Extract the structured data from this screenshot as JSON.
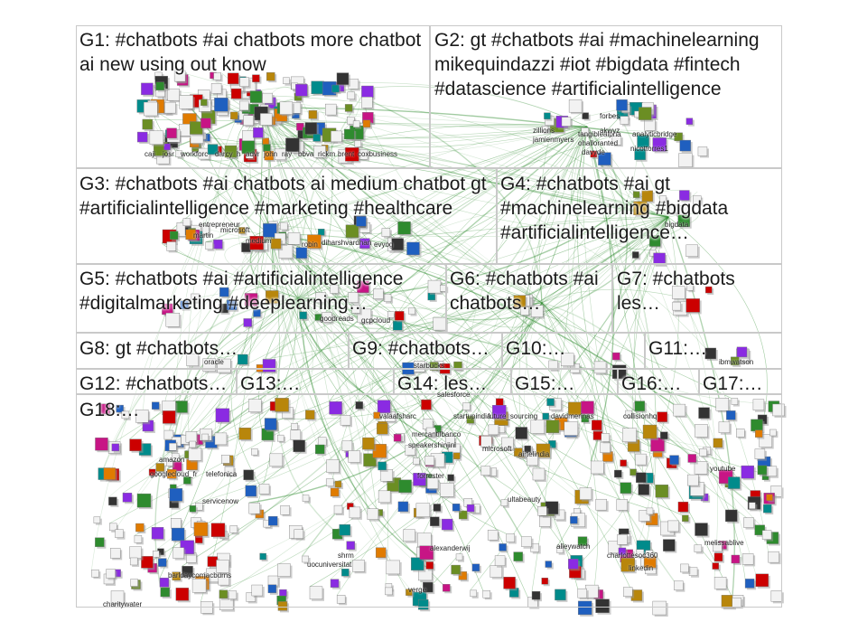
{
  "groups": [
    {
      "label": "G1: #chatbots #ai chatbots more chatbot ai new using out know"
    },
    {
      "label": "G2: gt #chatbots #ai #machinelearning mikequindazzi #iot #bigdata #fintech #datascience #artificialintelligence"
    },
    {
      "label": "G3: #chatbots #ai chatbots ai medium chatbot gt #artificialintelligence #marketing #healthcare"
    },
    {
      "label": "G4: #chatbots #ai gt #machinelearning #bigdata #artificialintelligence…"
    },
    {
      "label": "G5: #chatbots #ai #artificialintelligence #digitalmarketing #deeplearning…"
    },
    {
      "label": "G6: #chatbots #ai chatbots…"
    },
    {
      "label": "G7: #chatbots les…"
    },
    {
      "label": "G8: gt #chatbots…"
    },
    {
      "label": "G9: #chatbots…"
    },
    {
      "label": "G10:…"
    },
    {
      "label": "G11:…"
    },
    {
      "label": "G12: #chatbots…"
    },
    {
      "label": "G13:…"
    },
    {
      "label": "G14: les…"
    },
    {
      "label": "G15:…"
    },
    {
      "label": "G16:…"
    },
    {
      "label": "G17:…"
    },
    {
      "label": "G18:…"
    }
  ],
  "node_labels": [
    "caji",
    "josr",
    "workforc",
    "darcy",
    "h",
    "advr",
    "john",
    "ray",
    "bbva",
    "rickm",
    "brent",
    "coxbusiness",
    "forbes",
    "analyticbridge",
    "zillions",
    "jamienmyers",
    "tangiblealpha",
    "ohalloranted",
    "akwyz",
    "davyde",
    "nicottorres1",
    "entrepreneur",
    "martin",
    "microsoft",
    "medium",
    "robin",
    "diharshvardhan",
    "evyog",
    "bigdata",
    "goodreads",
    "gcpcloud",
    "oracle",
    "starbucks",
    "salesforce",
    "ibmwatson",
    "charitywater",
    "startupindia",
    "future_sourcing",
    "davidmerinas",
    "collisionhq",
    "valaafsharc",
    "amazon",
    "googlecloud_fr",
    "servicenow",
    "telefonica",
    "youtube",
    "airtelindia",
    "microsoft",
    "mercantilbanco",
    "speakershinjini",
    "ultabeauty",
    "linkedin",
    "charlottesoc360",
    "melissablive",
    "alexanderwij",
    "forrester",
    "barldaycom",
    "jacburns",
    "uocuniversitat",
    "shrm",
    "verge",
    "alleywatch"
  ],
  "colors": {
    "edge": "#2e8b2e",
    "box_border": "#c9c9c9",
    "label_text": "#1a1a1a",
    "node_palette": [
      "#cc0000",
      "#1f5fbf",
      "#2e8b2e",
      "#8a2be2",
      "#e07b00",
      "#008b8b",
      "#b8860b",
      "#c71585",
      "#333333",
      "#6b8e23"
    ]
  }
}
